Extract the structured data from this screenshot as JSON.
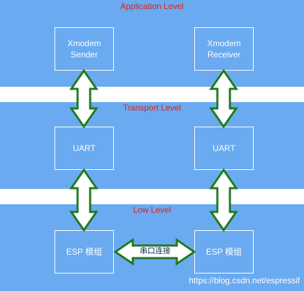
{
  "levels": {
    "application": "Application Level",
    "transport": "Transport Level",
    "low": "Low Level"
  },
  "boxes": {
    "sender": "Xmodem\nSender",
    "receiver": "Xmodem\nReceiver",
    "uart_left": "UART",
    "uart_right": "UART",
    "esp_left": "ESP 模组",
    "esp_right": "ESP 模组"
  },
  "link_label": "串口连接",
  "watermark": "https://blog.csdn.net/espressif",
  "colors": {
    "band": "#6aaaf0",
    "level_label": "#e0201c",
    "arrow_fill": "#ffffff",
    "arrow_stroke": "#1f7a1f",
    "box_text": "#ffffff"
  }
}
